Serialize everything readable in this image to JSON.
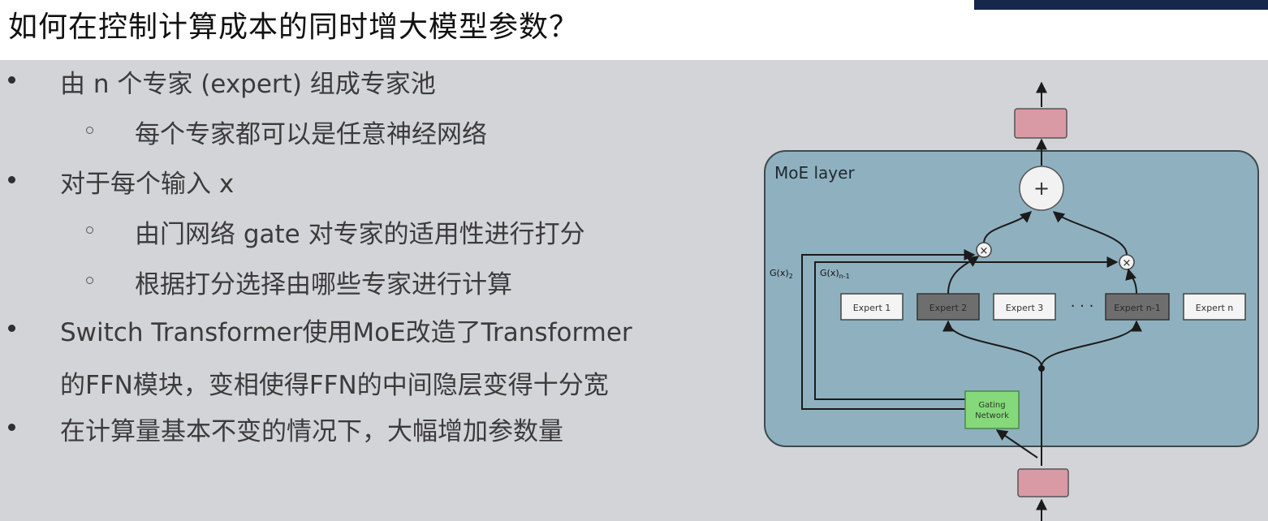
{
  "slide": {
    "title": "如何在控制计算成本的同时增大模型参数？",
    "bullets": [
      {
        "level": 1,
        "text": "由 n 个专家 (expert) 组成专家池"
      },
      {
        "level": 2,
        "text": "每个专家都可以是任意神经网络"
      },
      {
        "level": 1,
        "text": "对于每个输入 x"
      },
      {
        "level": 2,
        "text": "由门网络 gate 对专家的适用性进行打分"
      },
      {
        "level": 2,
        "text": "根据打分选择由哪些专家进行计算"
      },
      {
        "level": 1,
        "text": "Switch Transformer使用MoE改造了Transformer"
      },
      {
        "level": 0,
        "text": "的FFN模块，变相使得FFN的中间隐层变得十分宽"
      },
      {
        "level": 1,
        "text": "在计算量基本不变的情况下，大幅增加参数量"
      }
    ]
  },
  "diagram": {
    "layer_label": "MoE layer",
    "plus_symbol": "+",
    "times_symbol": "×",
    "gate_label_1": "G(x)",
    "gate_label_1_sub": "2",
    "gate_label_2": "G(x)",
    "gate_label_2_sub": "n-1",
    "experts": [
      "Expert 1",
      "Expert 2",
      "Expert 3",
      "Expert n-1",
      "Expert n"
    ],
    "ellipsis": "· · ·",
    "gating_line1": "Gating",
    "gating_line2": "Network",
    "colors": {
      "layer_fill": "#8fb0bf",
      "expert_active": "#6e6e6e",
      "expert_idle": "#f4f4f4",
      "gating": "#86d97a",
      "io_block": "#d99aa6"
    }
  }
}
